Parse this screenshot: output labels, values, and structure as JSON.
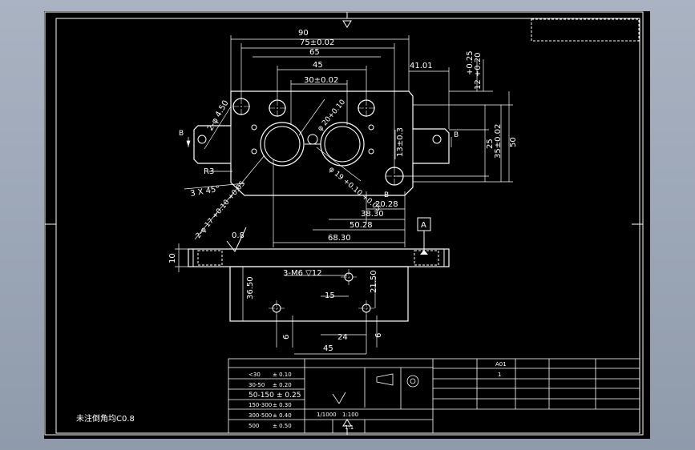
{
  "dimensions": {
    "overall_width": "90",
    "hole_pitch_outer": "75±0.02",
    "hole_pitch_mid": "65",
    "slot_width": "45",
    "bore_pitch": "30±0.02",
    "right_offset": "41.01",
    "tol_upper": "+0.25",
    "tol_nominal": "12 +0.20",
    "height_small": "13±0.3",
    "height_25": "25",
    "height_35": "35±0.02",
    "height_50": "50",
    "hole_2_phi_4_5": "2-φ 4.50",
    "chamfer_r3": "R3",
    "chamfer_3x45": "3 X 45°",
    "hole_2_phi_17": "2-φ 17 +0.10 +0.05",
    "bore_phi_20": "φ 20+0.10",
    "bore_phi_19": "φ 19 +0.10 +0.05",
    "dim_20_28": "20.28",
    "dim_38_30": "38.30",
    "dim_50_28": "50.28",
    "dim_68_30": "68.30",
    "surface_0_8": "0.8",
    "datum_a": "A",
    "datum_b": "B",
    "section_b_left": "B",
    "section_b_right": "B",
    "thickness_10": "10",
    "thread_3_m6": "3-M6 ▽12",
    "dim_15": "15",
    "dim_36_50": "36.50",
    "dim_21_50": "21.50",
    "dim_6_left": "6",
    "dim_24": "24",
    "dim_6_right": "6",
    "dim_45_bottom": "45"
  },
  "notes": {
    "corner_note": "未注倒角均C0.8"
  },
  "title_block": {
    "tolerance_rows": [
      [
        "<30",
        "± 0.10"
      ],
      [
        "30-50",
        "± 0.20"
      ],
      [
        "50-150",
        "± 0.25"
      ],
      [
        "150-300",
        "± 0.30"
      ],
      [
        "300-500",
        "± 0.40"
      ],
      [
        "500",
        "± 0.50"
      ]
    ],
    "scale_label": "1:1",
    "scale_alt": "1/1000",
    "scale_value": "1:100",
    "part_no": "A01",
    "qty": "1"
  }
}
